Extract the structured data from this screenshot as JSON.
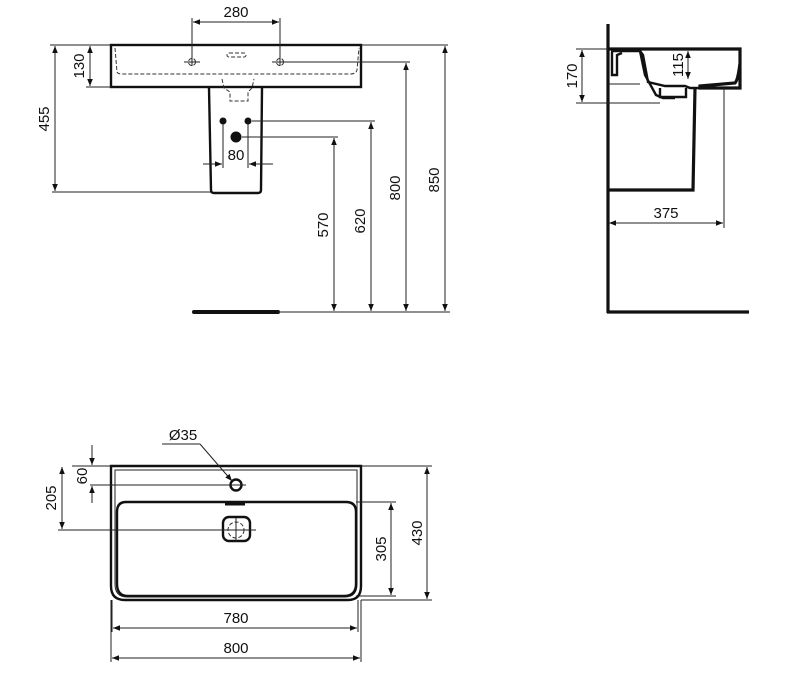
{
  "drawing": {
    "subject": "Washbasin with semi-pedestal technical dimensions",
    "units": "mm",
    "colors": {
      "line": "#111111",
      "background": "#ffffff"
    }
  },
  "front_view": {
    "tap_hole_spacing": "280",
    "basin_height": "130",
    "pedestal_drop": "455",
    "supply_spacing": "80",
    "waste_height": "570",
    "supply_height": "620",
    "tap_hole_height": "800",
    "rim_height": "850"
  },
  "side_view": {
    "overall_depth_profile": "170",
    "bowl_depth": "115",
    "projection": "375"
  },
  "plan_view": {
    "tap_hole_diameter": "Ø35",
    "tap_hole_offset": "60",
    "waste_offset": "205",
    "bowl_depth": "305",
    "overall_depth": "430",
    "bowl_width": "780",
    "overall_width": "800"
  }
}
